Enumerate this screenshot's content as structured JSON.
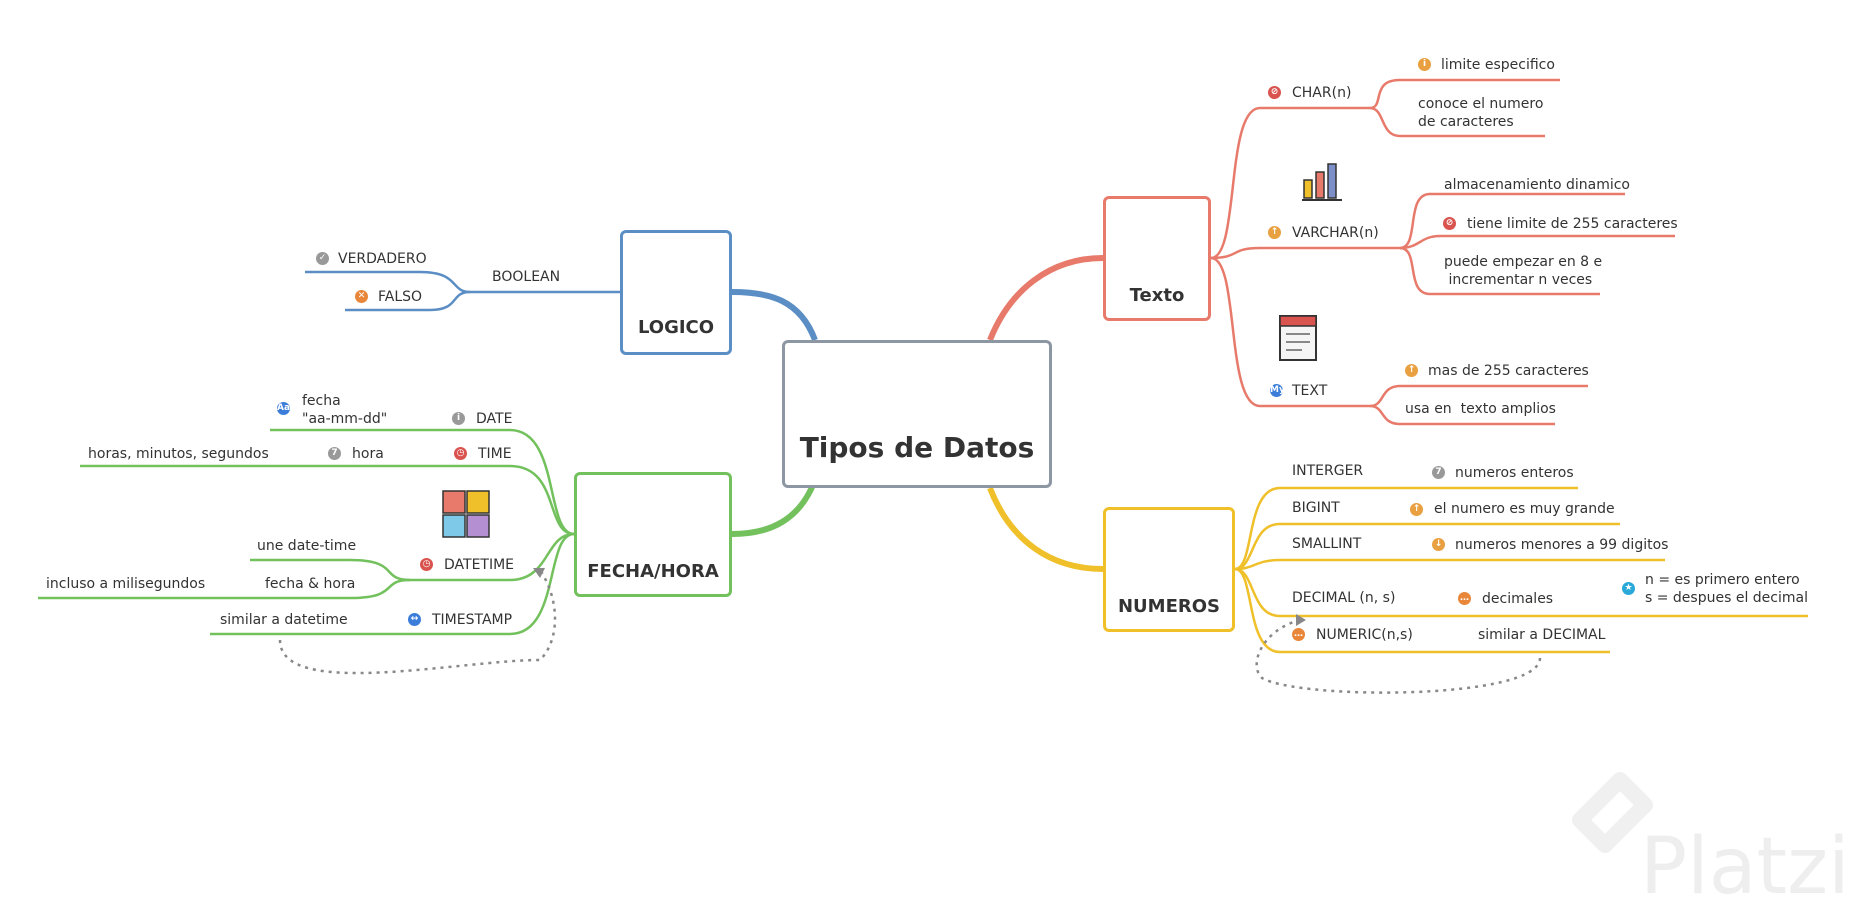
{
  "central": {
    "title": "Tipos de Datos"
  },
  "logico": {
    "title": "LOGICO",
    "boolean": "BOOLEAN",
    "verdadero": "VERDADERO",
    "falso": "FALSO"
  },
  "fecha": {
    "title": "FECHA/HORA",
    "date": "DATE",
    "date_detail": "fecha\n\"aa-mm-dd\"",
    "time": "TIME",
    "time_detail": "hora",
    "time_sub": "horas, minutos, segundos",
    "datetime": "DATETIME",
    "datetime_detail1": "une date-time",
    "datetime_detail2": "fecha & hora",
    "datetime_sub": "incluso a milisegundos",
    "timestamp": "TIMESTAMP",
    "timestamp_detail": "similar a datetime"
  },
  "texto": {
    "title": "Texto",
    "char": "CHAR(n)",
    "char_detail1": "limite especifico",
    "char_detail2": "conoce el numero\nde caracteres",
    "varchar": "VARCHAR(n)",
    "varchar_detail1": "almacenamiento dinamico",
    "varchar_detail2": "tiene limite de 255 caracteres",
    "varchar_detail3": "puede empezar en 8 e\n incrementar n veces",
    "text": "TEXT",
    "text_detail1": "mas de 255 caracteres",
    "text_detail2": "usa en  texto amplios"
  },
  "numeros": {
    "title": "NUMEROS",
    "interger": "INTERGER",
    "interger_detail": "numeros enteros",
    "bigint": "BIGINT",
    "bigint_detail": "el numero es muy grande",
    "smallint": "SMALLINT",
    "smallint_detail": "numeros menores a 99 digitos",
    "decimal": "DECIMAL (n, s)",
    "decimal_detail": "decimales",
    "decimal_note": "n = es primero entero\ns = despues el decimal",
    "numeric": "NUMERIC(n,s)",
    "numeric_detail": "similar a DECIMAL"
  },
  "icons": {
    "check": "✓",
    "cross": "✕",
    "clock": "◷",
    "stop": "⊘",
    "info": "i",
    "seven": "7",
    "arrows": "↔",
    "star": "★",
    "dots": "…",
    "up": "↑",
    "down": "↓",
    "my": "My",
    "ab": "Aa"
  },
  "colors": {
    "logico": "#5b8ec4",
    "fecha": "#72c15d",
    "texto": "#e77a6b",
    "numeros": "#f0c02a",
    "central": "#8d97a4"
  },
  "watermark": "Platzi"
}
